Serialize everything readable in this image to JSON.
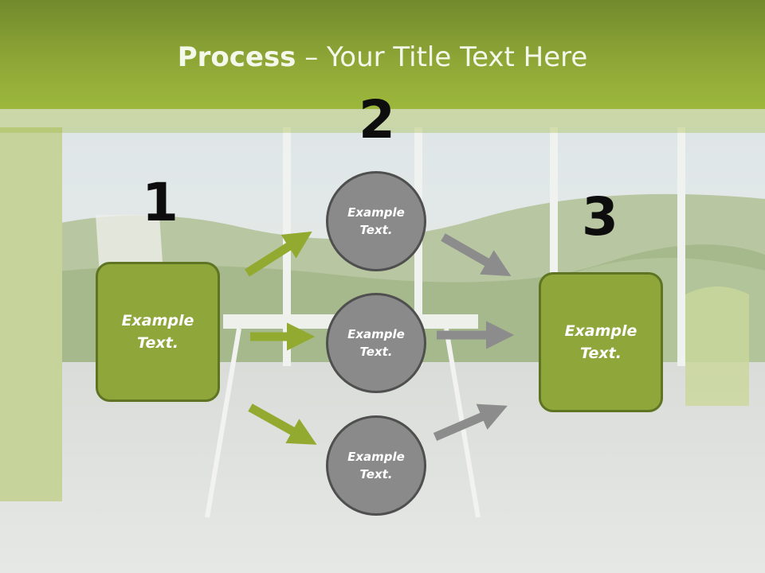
{
  "title": {
    "bold": "Process",
    "rest": " – Your Title Text Here"
  },
  "steps": {
    "step1": {
      "number": "1",
      "label": "Example\nText."
    },
    "step2": {
      "number": "2",
      "circles": [
        "Example\nText.",
        "Example\nText.",
        "Example\nText."
      ]
    },
    "step3": {
      "number": "3",
      "label": "Example\nText."
    }
  },
  "colors": {
    "green_box": "#8ea63a",
    "green_arrow": "#92aa30",
    "gray_circle": "#8a8a8a",
    "gray_arrow": "#8c8c8c",
    "header": "#8ea636"
  }
}
